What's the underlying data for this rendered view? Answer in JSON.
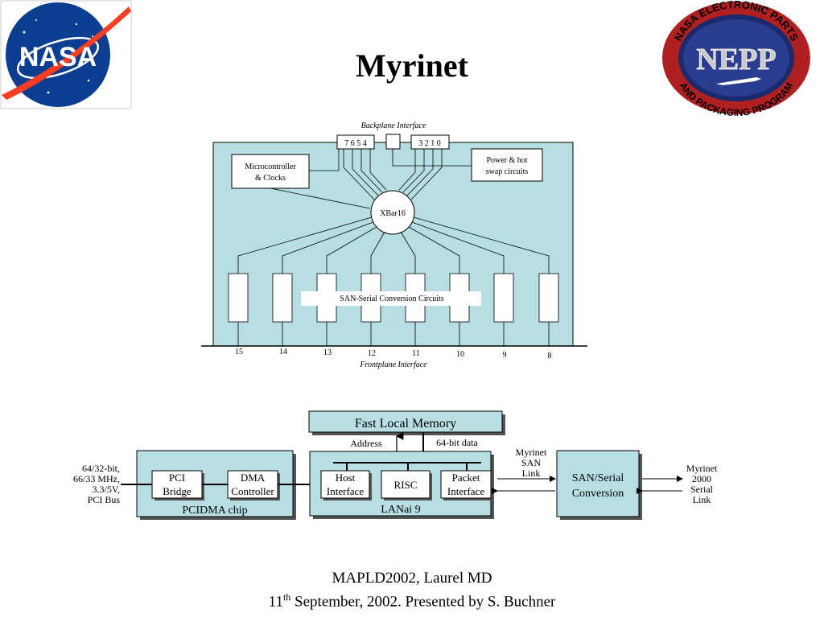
{
  "slide": {
    "title": "Myrinet",
    "footer_line1": "MAPLD2002, Laurel MD",
    "footer_line2_prefix": "11",
    "footer_line2_sup": "th",
    "footer_line2_rest": " September, 2002. Presented by S. Buchner"
  },
  "logos": {
    "nasa": {
      "text": "NASA",
      "icon": "nasa-meatball-logo"
    },
    "nepp": {
      "text": "NEPP",
      "arc_top": "NASA ELECTRONIC PARTS",
      "arc_bottom": "AND PACKAGING PROGRAM",
      "icon": "nepp-seal-logo"
    }
  },
  "xbar_diagram": {
    "backplane_label": "Backplane Interface",
    "frontplane_label": "Frontplane Interface",
    "port_group_left": "7  6  5  4",
    "port_group_right": "3  2  1  0",
    "microcontroller_line1": "Microcontroller",
    "microcontroller_line2": "& Clocks",
    "power_line1": "Power & hot",
    "power_line2": "swap circuits",
    "xbar_label": "XBar16",
    "san_serial_label": "SAN-Serial Conversion Circuits",
    "front_ports": [
      "15",
      "14",
      "13",
      "12",
      "11",
      "10",
      "9",
      "8"
    ],
    "panel_color": "#b7dfe3"
  },
  "lanai_diagram": {
    "fast_local_memory": "Fast Local Memory",
    "address_label": "Address",
    "data_label": "64-bit data",
    "pcidma_chip_label": "PCIDMA chip",
    "pci_bridge_line1": "PCI",
    "pci_bridge_line2": "Bridge",
    "dma_line1": "DMA",
    "dma_line2": "Controller",
    "host_line1": "Host",
    "host_line2": "Interface",
    "risc_label": "RISC",
    "packet_line1": "Packet",
    "packet_line2": "Interface",
    "lanai_label": "LANai 9",
    "san_serial_line1": "SAN/Serial",
    "san_serial_line2": "Conversion",
    "pci_bus_lines": [
      "64/32-bit,",
      "66/33 MHz,",
      "3.3/5V,",
      "PCI Bus"
    ],
    "myrinet_san_lines": [
      "Myrinet",
      "SAN",
      "Link"
    ],
    "myrinet_serial_lines": [
      "Myrinet",
      "2000",
      "Serial",
      "Link"
    ],
    "box_color": "#b7dfe3",
    "shadow_color": "#555555"
  }
}
